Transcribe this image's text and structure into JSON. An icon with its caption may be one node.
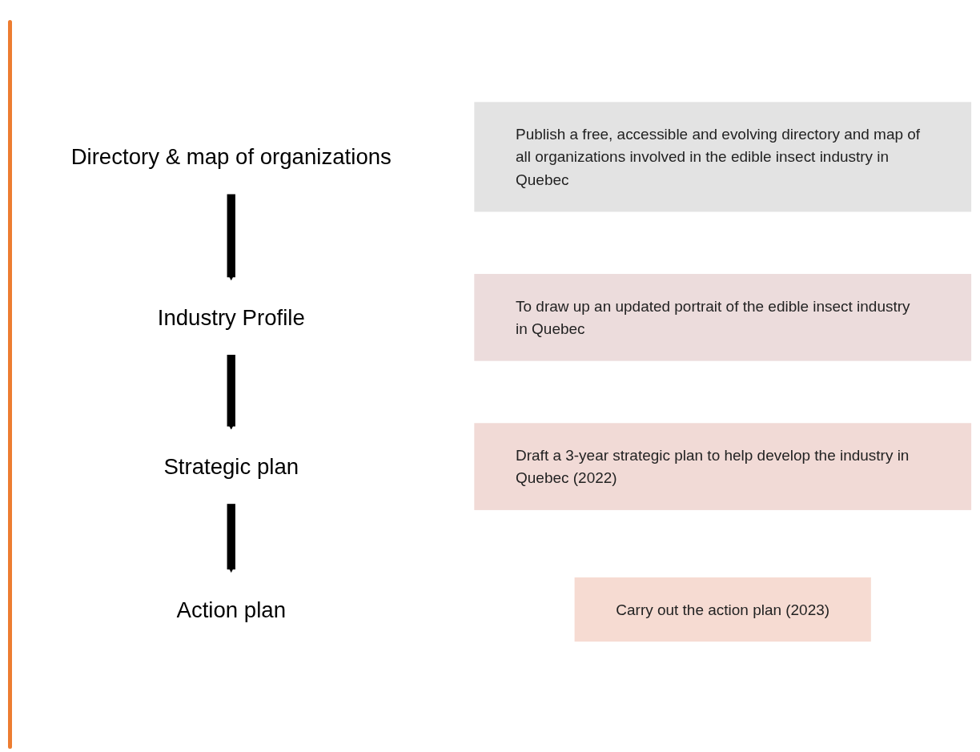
{
  "diagram": {
    "nodes": [
      {
        "text": [
          "Directory & map of organizations"
        ]
      },
      {
        "text": [
          "Publish a free, accessible and evolving directory and map of all organizations involved in the edible insect industry in Quebec"
        ]
      },
      {
        "text": [
          "Industry Profile"
        ]
      },
      {
        "text": [
          "To draw up an updated portrait of the edible insect industry in Quebec"
        ]
      },
      {
        "text": [
          "Strategic plan"
        ]
      },
      {
        "text": [
          "Draft a 3-year strategic plan to help develop the industry in Quebec (2022)"
        ]
      },
      {
        "text": [
          "Action plan"
        ]
      },
      {
        "text": [
          "Carry out the action plan (2023)"
        ]
      }
    ],
    "edges": [
      {
        "from": 0,
        "to": 2,
        "arrow": "to"
      },
      {
        "from": 2,
        "to": 4,
        "arrow": "to"
      },
      {
        "from": 4,
        "to": 6,
        "arrow": "to"
      }
    ]
  }
}
